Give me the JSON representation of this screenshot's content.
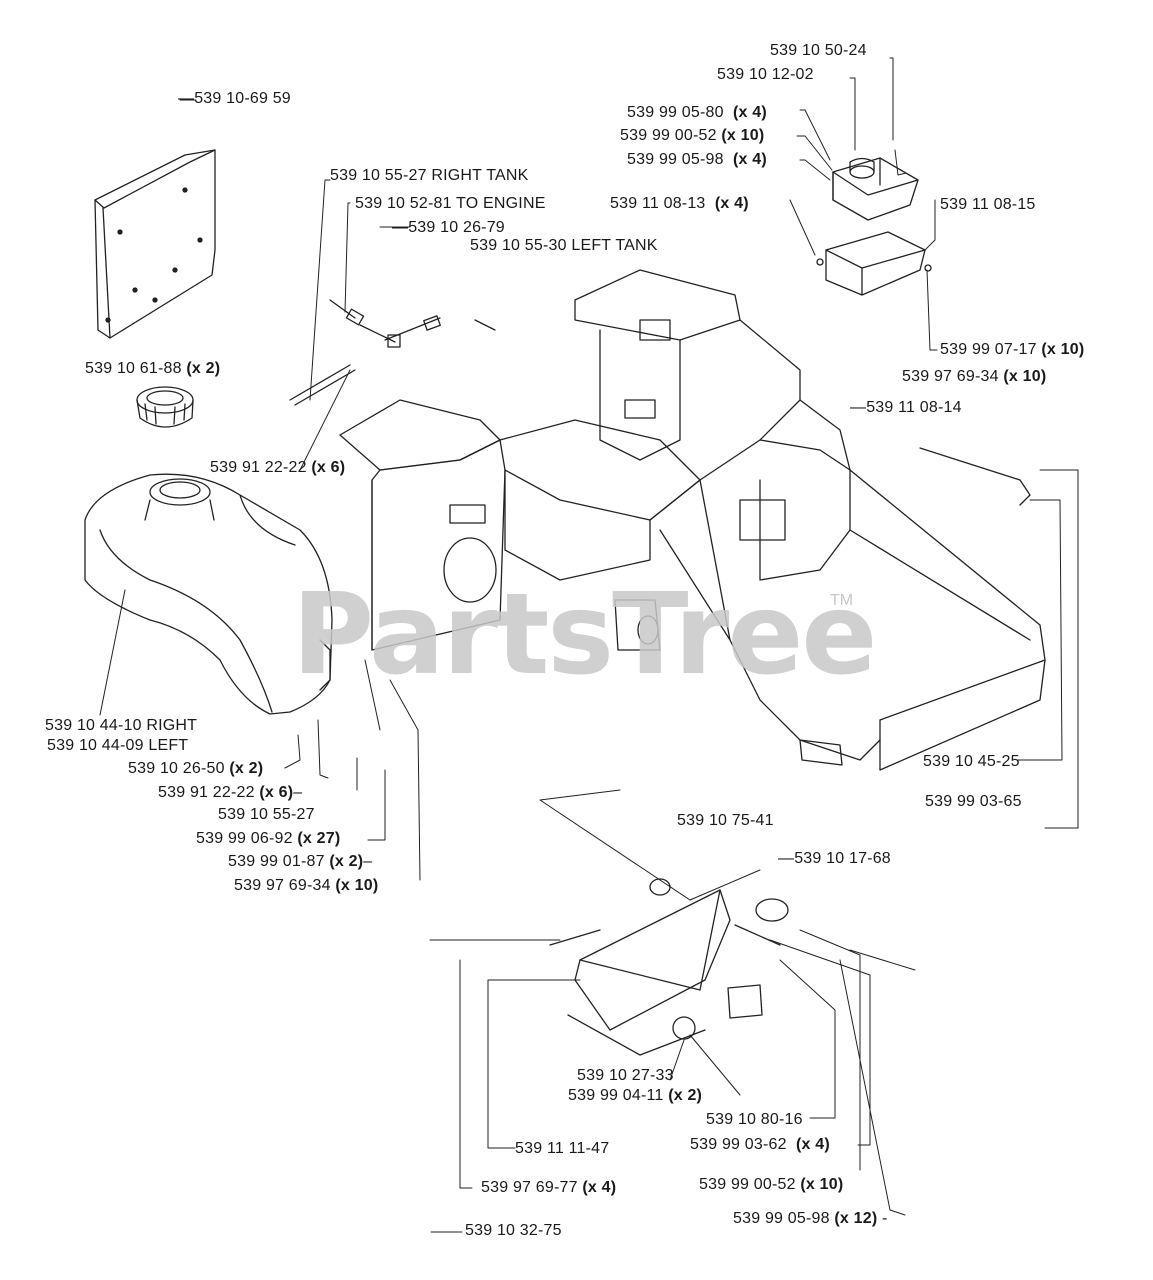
{
  "watermark": {
    "text": "PartsTree",
    "trademark": "TM"
  },
  "labels": {
    "l01": "—539 10-69 59",
    "l02": "539 10 50-24",
    "l03": "539 10 12-02",
    "l04": "539 99 05-80",
    "l04q": "(x 4)",
    "l05": "539 99 00-52",
    "l05q": "(x 10)",
    "l06": "539 99 05-98",
    "l06q": "(x 4)",
    "l07": "539 10 55-27 RIGHT TANK",
    "l08": "539 10 52-81 TO ENGINE",
    "l09": "—539 10 26-79",
    "l10": "539 10 55-30 LEFT TANK",
    "l11": "539 11 08-13",
    "l11q": "(x 4)",
    "l12": "539 11 08-15",
    "l13": "539 10 61-88",
    "l13q": "(x 2)",
    "l14": "539 99 07-17",
    "l14q": "(x 10)",
    "l15": "539 97 69-34",
    "l15q": "(x 10)",
    "l16": "—539 11 08-14",
    "l17": "539 91 22-22",
    "l17q": "(x 6)",
    "l18": "539 10 44-10 RIGHT",
    "l19": "539 10 44-09 LEFT",
    "l20": "539 10 26-50",
    "l20q": "(x 2)",
    "l21": "539 91 22-22",
    "l21q": "(x 6)",
    "l22": "539 10 55-27",
    "l23": "539 99 06-92",
    "l23q": "(x 27)",
    "l24": "539 99 01-87",
    "l24q": "(x 2)",
    "l25": "539 97 69-34",
    "l25q": "(x 10)",
    "l26": "539 10 45-25",
    "l27": "539 99 03-65",
    "l28": "539 10 75-41",
    "l29": "—539 10 17-68",
    "l30": "539 10 27-33",
    "l31": "539 99 04-11",
    "l31q": "(x 2)",
    "l32": "539 10 80-16",
    "l33": "539 99 03-62",
    "l33q": "(x 4)",
    "l34": "539 11 11-47",
    "l35": "539 97 69-77",
    "l35q": "(x 4)",
    "l36": "539 99 00-52",
    "l36q": "(x 10)",
    "l37": "539 99 05-98",
    "l37q": "(x 12)",
    "l38": "539 10 32-75"
  }
}
